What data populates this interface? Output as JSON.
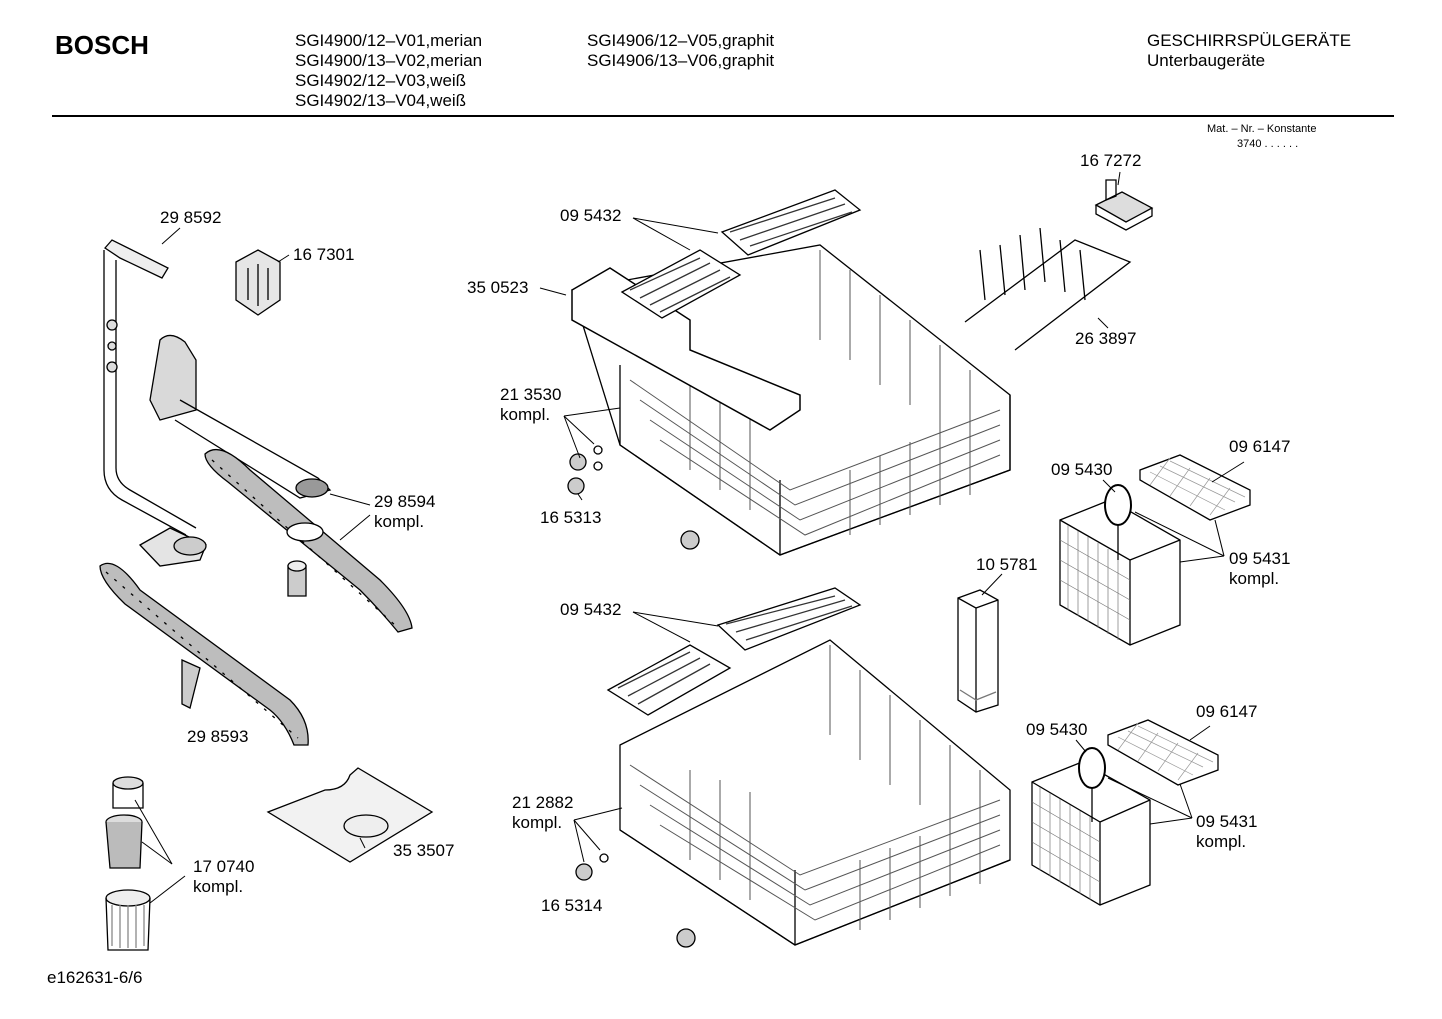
{
  "header": {
    "brand": "BOSCH",
    "models_col1": [
      "SGI4900/12–V01,merian",
      "SGI4900/13–V02,merian",
      "SGI4902/12–V03,weiß",
      "SGI4902/13–V04,weiß"
    ],
    "models_col2": [
      "SGI4906/12–V05,graphit",
      "SGI4906/13–V06,graphit"
    ],
    "category": "GESCHIRRSPÜLGERÄTE",
    "subcategory": "Unterbaugeräte",
    "mat_label": "Mat. – Nr. – Konstante",
    "mat_value": "3740  .  .    .  .  .  ."
  },
  "parts": [
    {
      "id": "p-298592",
      "label": "29 8592"
    },
    {
      "id": "p-167301",
      "label": "16 7301"
    },
    {
      "id": "p-298594",
      "label": "29 8594",
      "sub": "kompl."
    },
    {
      "id": "p-298593",
      "label": "29 8593"
    },
    {
      "id": "p-170740",
      "label": "17 0740",
      "sub": "kompl."
    },
    {
      "id": "p-353507",
      "label": "35 3507"
    },
    {
      "id": "p-095432a",
      "label": "09 5432"
    },
    {
      "id": "p-350523",
      "label": "35 0523"
    },
    {
      "id": "p-213530",
      "label": "21 3530",
      "sub": "kompl."
    },
    {
      "id": "p-165313",
      "label": "16 5313"
    },
    {
      "id": "p-095432b",
      "label": "09 5432"
    },
    {
      "id": "p-212882",
      "label": "21 2882",
      "sub": "kompl."
    },
    {
      "id": "p-165314",
      "label": "16 5314"
    },
    {
      "id": "p-167272",
      "label": "16 7272"
    },
    {
      "id": "p-263897",
      "label": "26 3897"
    },
    {
      "id": "p-096147a",
      "label": "09 6147"
    },
    {
      "id": "p-095430a",
      "label": "09 5430"
    },
    {
      "id": "p-095431a",
      "label": "09 5431",
      "sub": "kompl."
    },
    {
      "id": "p-105781",
      "label": "10 5781"
    },
    {
      "id": "p-096147b",
      "label": "09 6147"
    },
    {
      "id": "p-095430b",
      "label": "09 5430"
    },
    {
      "id": "p-095431b",
      "label": "09 5431",
      "sub": "kompl."
    }
  ],
  "footer": {
    "drawing_ref": "e162631-6/6"
  }
}
